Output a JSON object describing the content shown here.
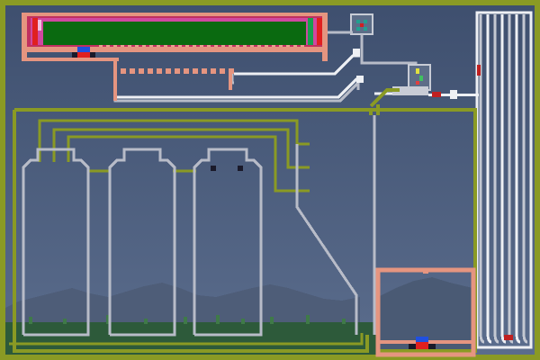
{
  "scene": {
    "kind": "pixel-art circuit puzzle",
    "status_indicator": "lamp-off"
  },
  "colors": {
    "sky_top": "#3f5070",
    "sky_bottom": "#5a6c8c",
    "hill": "#4f5f78",
    "grass": "#2f5a3a",
    "olive_wire": "#8a9a24",
    "olive_wire_dark": "#5e6a14",
    "salmon_wire": "#e09078",
    "pipe_gray": "#b8bcc8",
    "pipe_white": "#e8ecf2",
    "display_fill": "#0a6a10",
    "magenta": "#d040a0",
    "red": "#e02020",
    "blue": "#2050e0",
    "teal": "#20a090"
  },
  "components": {
    "display_panel": {
      "label": "green-display"
    },
    "tanks": [
      {
        "name": "tank-1",
        "has_eyes": false
      },
      {
        "name": "tank-2",
        "has_eyes": false
      },
      {
        "name": "tank-3",
        "has_eyes": true
      }
    ],
    "coil_pipes": {
      "count": 7
    },
    "inset_window": {
      "label": "landscape-window"
    }
  }
}
